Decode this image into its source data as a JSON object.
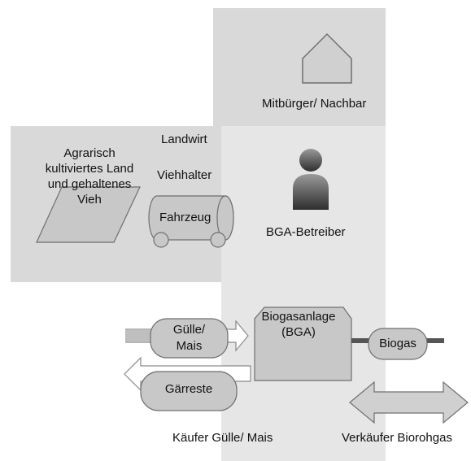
{
  "labels": {
    "neighbor": "Mitbürger/ Nachbar",
    "farmer": "Landwirt",
    "land_line1": "Agrarisch",
    "land_line2": "kultiviertes Land",
    "land_line3": "und gehaltenes",
    "land_line4": "Vieh",
    "livestock_keeper": "Viehhalter",
    "vehicle": "Fahrzeug",
    "operator": "BGA-Betreiber",
    "plant_line1": "Biogasanlage",
    "plant_line2": "(BGA)",
    "manure_line1": "Gülle/",
    "manure_line2": "Mais",
    "digestate": "Gärreste",
    "biogas": "Biogas",
    "buyer": "Käufer Gülle/ Mais",
    "seller": "Verkäufer Biorohgas"
  },
  "icons": {
    "house": "house-icon",
    "person": "person-icon",
    "vehicle": "vehicle-icon",
    "arrow_right": "arrow-right-icon",
    "arrow_left": "arrow-left-icon",
    "arrow_double": "double-arrow-icon"
  },
  "colors": {
    "panel": "#d9d9d9",
    "panel_light": "#e6e6e6",
    "shape_fill": "#c8c8c8",
    "shape_stroke": "#6f6f6f",
    "person_fill": "#3c3c3c",
    "pipe": "#555555"
  }
}
